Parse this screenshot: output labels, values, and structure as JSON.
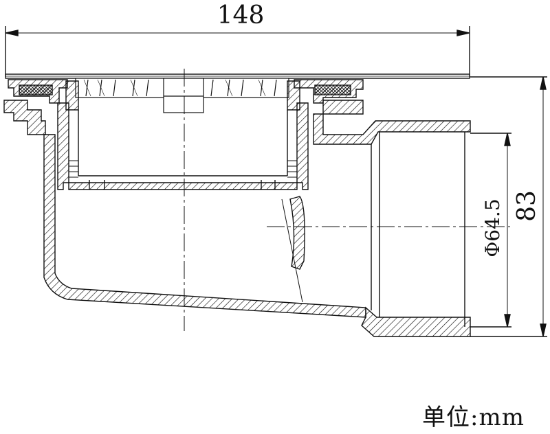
{
  "dimensions": {
    "overall_width": "148",
    "outlet_height": "83",
    "outlet_diameter": "Φ64.5"
  },
  "unit_label": "单位:mm"
}
